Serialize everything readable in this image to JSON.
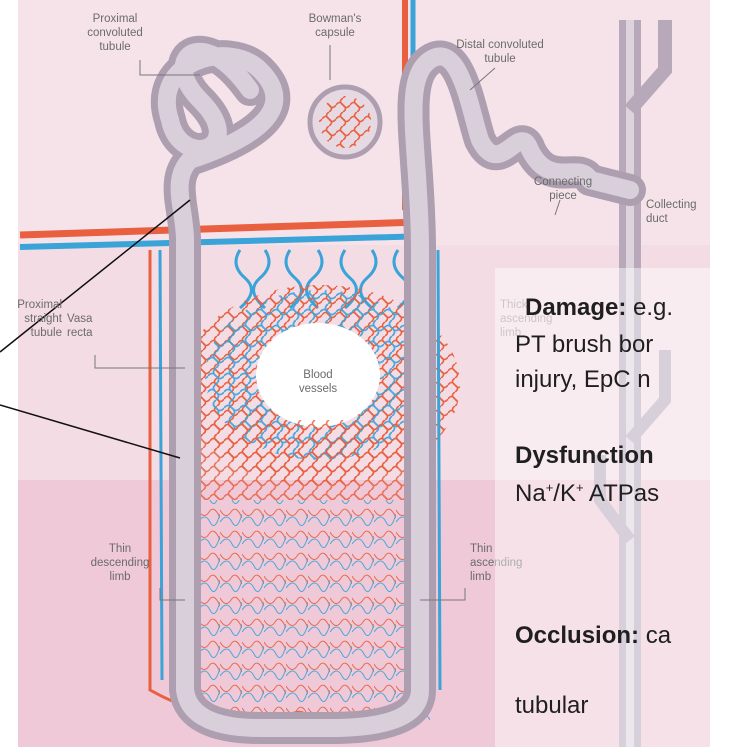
{
  "labels": {
    "proximal_convoluted": [
      "Proximal",
      "convoluted",
      "tubule"
    ],
    "bowmans": [
      "Bowman's",
      "capsule"
    ],
    "distal_convoluted": [
      "Distal convoluted",
      "tubule"
    ],
    "connecting": [
      "Connecting",
      "piece"
    ],
    "collecting": [
      "Collecting",
      "duct"
    ],
    "proximal_straight": [
      "Proximal",
      "straight",
      "tubule"
    ],
    "vasa_recta": [
      "Vasa",
      "recta"
    ],
    "thick_ascending": [
      "Thick",
      "ascending",
      "limb"
    ],
    "blood_vessels": [
      "Blood",
      "vessels"
    ],
    "thin_descending": [
      "Thin",
      "descending",
      "limb"
    ],
    "thin_ascending": [
      "Thin",
      "ascending",
      "limb"
    ]
  },
  "notes": {
    "damage_label": "Damage:",
    "damage_line1": " e.g.",
    "damage_line2": "PT brush bor",
    "damage_line3": "injury, EpC n",
    "dysfunction_label": "Dysfunction",
    "ion_na": "Na",
    "ion_plus1": "+",
    "ion_slash": "/K",
    "ion_plus2": "+",
    "ion_rest": " ATPas",
    "occlusion_label": "Occlusion:",
    "occlusion_rest": " ca",
    "occlusion_line2": "tubular"
  },
  "colors": {
    "artery": "#e8603f",
    "vein": "#3aa3d8",
    "tubule": "#c8bcc8",
    "background_pink": "#f6dde6",
    "background_lower": "#eec6d6"
  }
}
